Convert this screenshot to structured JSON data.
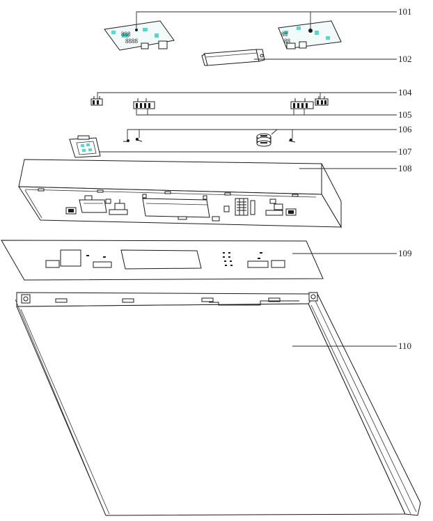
{
  "diagram": {
    "callouts": [
      {
        "id": "101",
        "label": "101"
      },
      {
        "id": "102",
        "label": "102"
      },
      {
        "id": "104",
        "label": "104"
      },
      {
        "id": "105",
        "label": "105"
      },
      {
        "id": "106",
        "label": "106"
      },
      {
        "id": "107",
        "label": "107"
      },
      {
        "id": "108",
        "label": "108"
      },
      {
        "id": "109",
        "label": "109"
      },
      {
        "id": "110",
        "label": "110"
      }
    ],
    "colors": {
      "line": "#1a1a1a",
      "pcb_fill": "#f2fbfa",
      "pcb_marks": "#5fd3cf",
      "background": "#ffffff"
    }
  }
}
